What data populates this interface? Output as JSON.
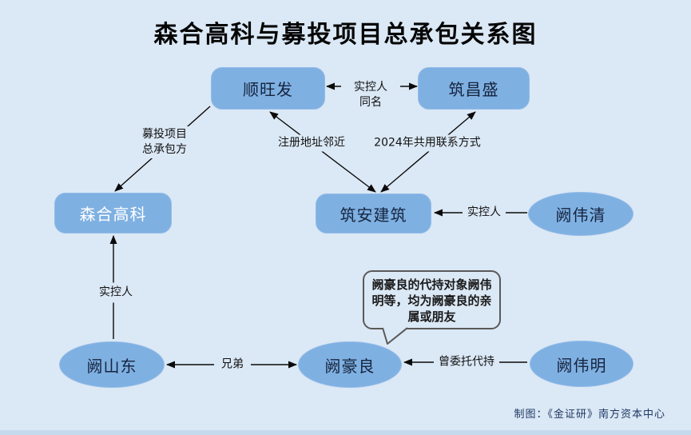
{
  "title": "森合高科与募投项目总承包关系图",
  "credit": "制图：《金证研》南方资本中心",
  "colors": {
    "background": "#dbe8f5",
    "node_fill": "#7fb0e2",
    "node_text_dark": "#15243e",
    "node_text_light": "#ffffff",
    "edge_line": "#0a0a0a",
    "callout_border": "#595959",
    "credit_text": "#1f3864",
    "bottom_strip": "#c6daee"
  },
  "nodes": {
    "shunwangfa": {
      "label": "顺旺发",
      "shape": "rect"
    },
    "zhuchangsheng": {
      "label": "筑昌盛",
      "shape": "rect"
    },
    "senhegaoke": {
      "label": "森合高科",
      "shape": "rect"
    },
    "zhuananjianzhu": {
      "label": "筑安建筑",
      "shape": "rect"
    },
    "queweiqing": {
      "label": "阙伟清",
      "shape": "ellipse"
    },
    "queshandong": {
      "label": "阙山东",
      "shape": "ellipse"
    },
    "quehaoliang": {
      "label": "阙豪良",
      "shape": "ellipse"
    },
    "queweiming": {
      "label": "阙伟明",
      "shape": "ellipse"
    }
  },
  "edges": {
    "same_controller_name": {
      "label": "实控人同名",
      "between": [
        "顺旺发",
        "筑昌盛"
      ],
      "arrows": "both"
    },
    "fundraising_contractor": {
      "label": "募投项目总承包方",
      "between": [
        "顺旺发",
        "森合高科"
      ],
      "arrows": "to 森合高科"
    },
    "registered_address": {
      "label": "注册地址邻近",
      "between": [
        "顺旺发",
        "筑安建筑"
      ],
      "arrows": "both"
    },
    "shared_contact_2024": {
      "label": "2024年共用联系方式",
      "between": [
        "筑昌盛",
        "筑安建筑"
      ],
      "arrows": "both"
    },
    "actual_controller_zhuan": {
      "label": "实控人",
      "between": [
        "阙伟清",
        "筑安建筑"
      ],
      "arrows": "to 筑安建筑"
    },
    "actual_controller_senhe": {
      "label": "实控人",
      "between": [
        "阙山东",
        "森合高科"
      ],
      "arrows": "to 森合高科"
    },
    "brothers": {
      "label": "兄弟",
      "between": [
        "阙山东",
        "阙豪良"
      ],
      "arrows": "both"
    },
    "entrusted_holding": {
      "label": "曾委托代持",
      "between": [
        "阙伟明",
        "阙豪良"
      ],
      "arrows": "to 阙豪良"
    }
  },
  "callout": {
    "text": "阙豪良的代持对象阙伟明等，均为阙豪良的亲属或朋友"
  }
}
